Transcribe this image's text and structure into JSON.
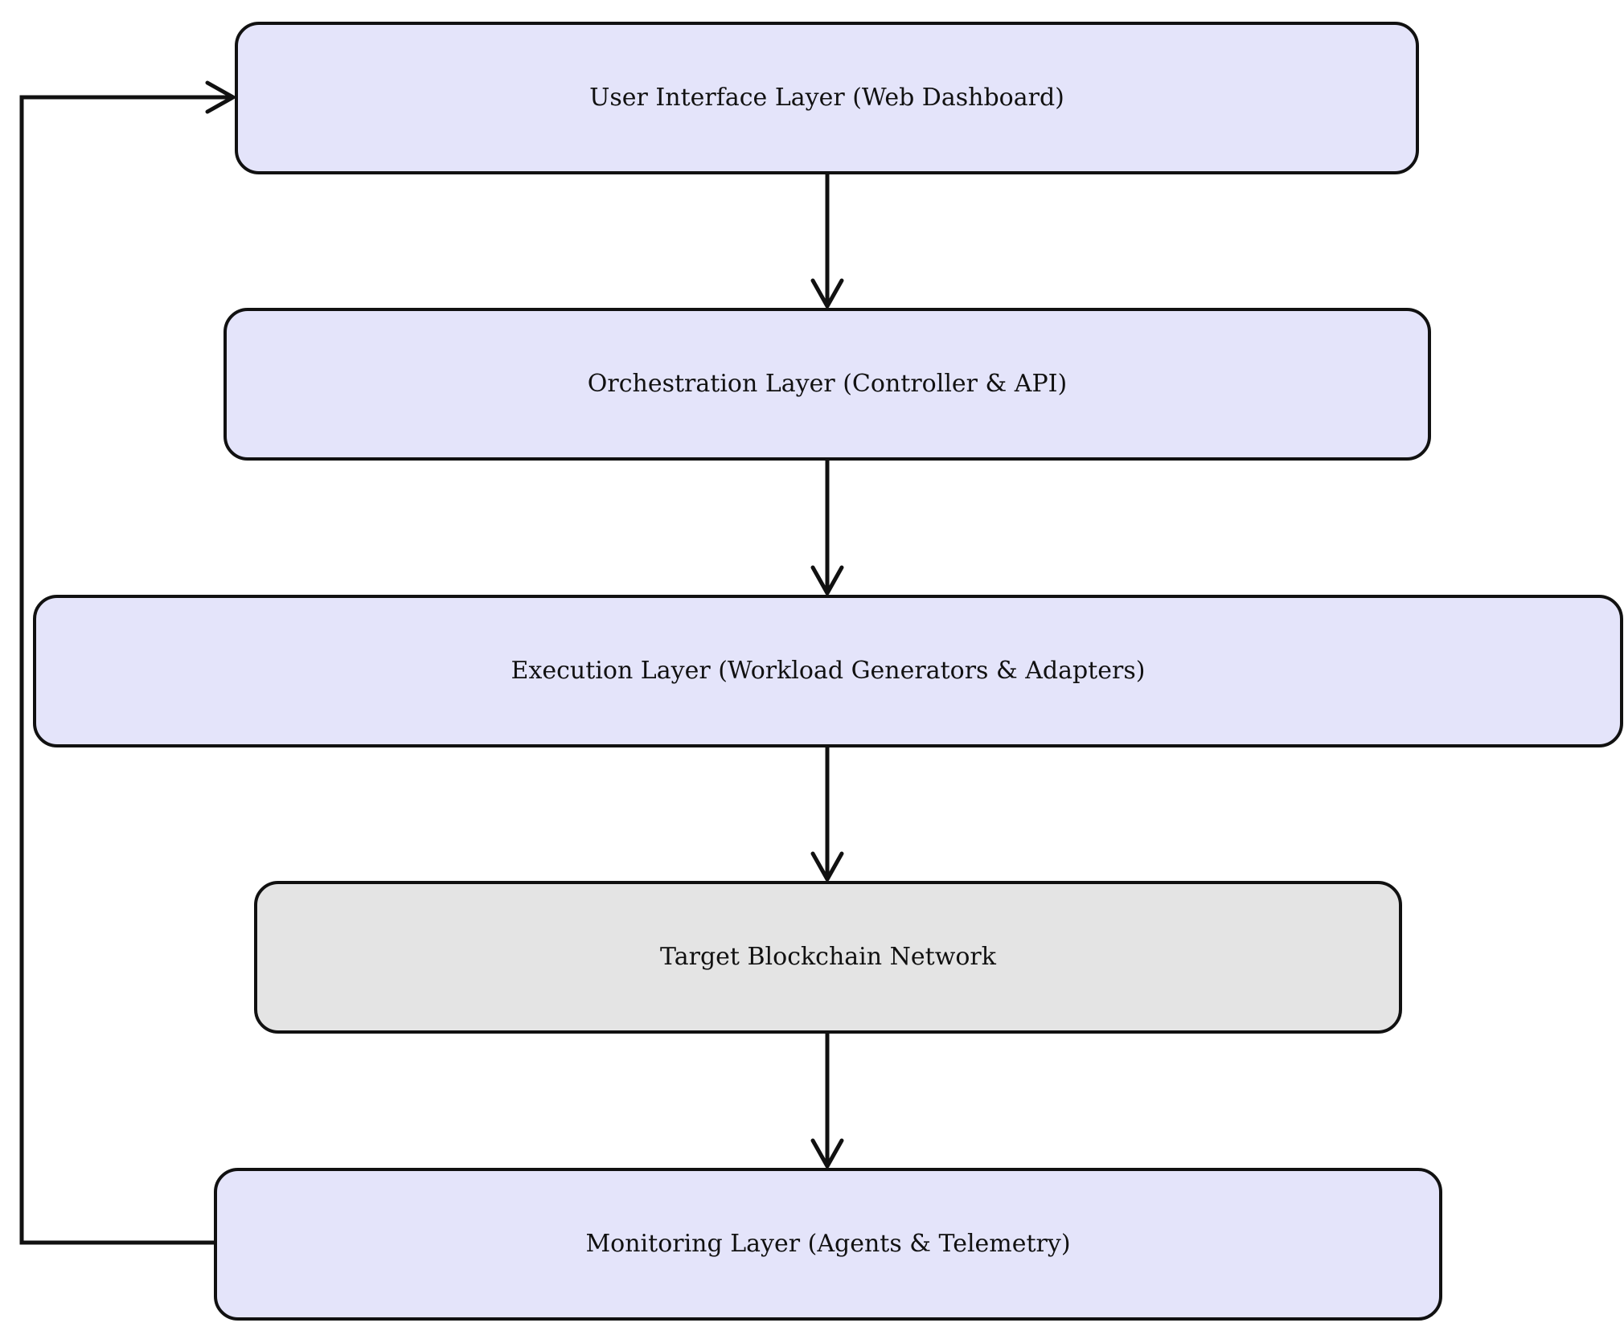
{
  "diagram": {
    "nodes": [
      {
        "id": "ui",
        "label": "User Interface Layer (Web Dashboard)",
        "fill": "#e4e4fa"
      },
      {
        "id": "orch",
        "label": "Orchestration Layer (Controller & API)",
        "fill": "#e4e4fa"
      },
      {
        "id": "exec",
        "label": "Execution Layer (Workload Generators & Adapters)",
        "fill": "#e4e4fa"
      },
      {
        "id": "net",
        "label": "Target Blockchain Network",
        "fill": "#e4e4e4"
      },
      {
        "id": "mon",
        "label": "Monitoring Layer (Agents & Telemetry)",
        "fill": "#e4e4fa"
      }
    ],
    "edges": [
      {
        "from": "ui",
        "to": "orch"
      },
      {
        "from": "orch",
        "to": "exec"
      },
      {
        "from": "exec",
        "to": "net"
      },
      {
        "from": "net",
        "to": "mon"
      },
      {
        "from": "mon",
        "to": "ui"
      }
    ],
    "colors": {
      "stroke": "#111111",
      "layer_fill": "#e4e4fa",
      "network_fill": "#e4e4e4"
    }
  }
}
